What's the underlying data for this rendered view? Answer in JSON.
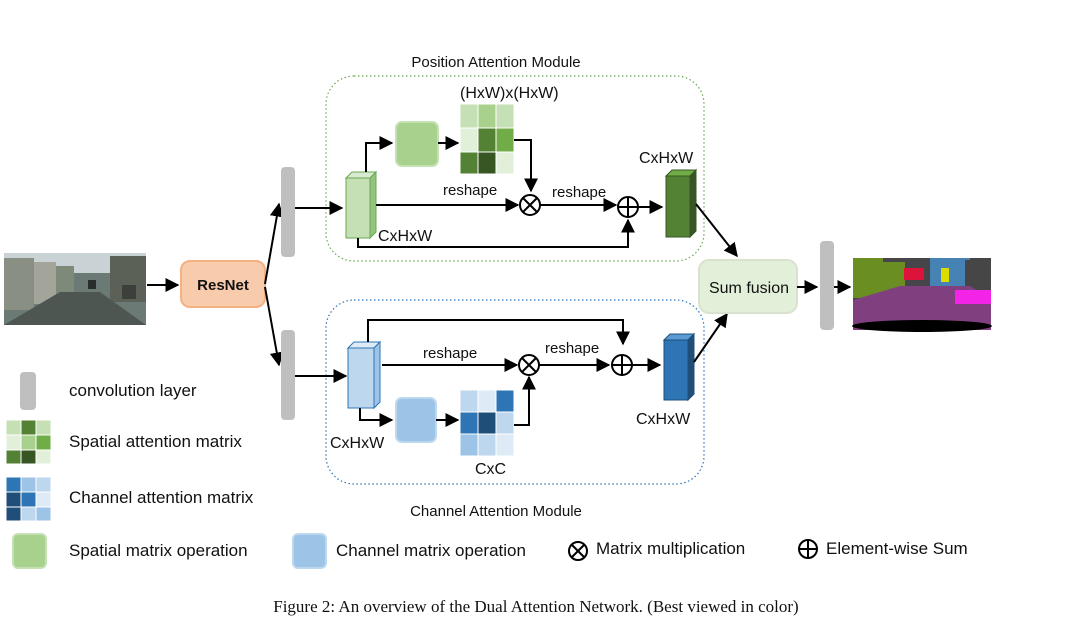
{
  "modules": {
    "position_title": "Position Attention Module",
    "channel_title": "Channel Attention Module"
  },
  "blocks": {
    "resnet": "ResNet",
    "sum_fusion": "Sum fusion"
  },
  "labels": {
    "pam_attention_dims": "(HxW)x(HxW)",
    "pam_output_dims": "CxHxW",
    "pam_input_dims": "CxHxW",
    "pam_reshape_1": "reshape",
    "pam_reshape_2": "reshape",
    "cam_reshape_1": "reshape",
    "cam_reshape_2": "reshape",
    "cam_input_dims": "CxHxW",
    "cam_attention_dims": "CxC",
    "cam_output_dims": "CxHxW"
  },
  "legend": {
    "conv_layer": "convolution layer",
    "spatial_attention_matrix": "Spatial attention matrix",
    "channel_attention_matrix": "Channel attention matrix",
    "spatial_matrix_operation": "Spatial matrix operation",
    "channel_matrix_operation": "Channel matrix operation",
    "matrix_multiplication": "Matrix multiplication",
    "element_wise_sum": "Element-wise Sum"
  },
  "caption": "Figure 2: An overview of the Dual Attention Network. (Best viewed in color)",
  "colors": {
    "green_light": "#a9d18e",
    "green_dark": "#548235",
    "blue_light": "#9dc3e6",
    "blue_dark": "#2e75b6",
    "resnet_fill": "#f8cbad",
    "resnet_border": "#f4b183",
    "fusion_fill": "#e2efd9",
    "conv_gray": "#bfbfbf"
  }
}
